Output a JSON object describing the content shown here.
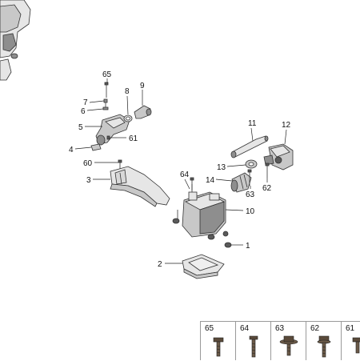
{
  "callouts": {
    "c65": "65",
    "c7": "7",
    "c6": "6",
    "c5": "5",
    "c8": "8",
    "c9": "9",
    "c61": "61",
    "c4": "4",
    "c60": "60",
    "c3": "3",
    "c64": "64",
    "c11": "11",
    "c12": "12",
    "c13": "13",
    "c14": "14",
    "c62": "62",
    "c63": "63",
    "c10": "10",
    "c1": "1",
    "c2": "2"
  },
  "fastener_table": [
    {
      "number": "65",
      "icon": "hex-bolt-icon"
    },
    {
      "number": "64",
      "icon": "stud-bolt-icon"
    },
    {
      "number": "63",
      "icon": "flange-bolt-icon"
    },
    {
      "number": "62",
      "icon": "hex-bolt-icon"
    },
    {
      "number": "61",
      "icon": "bolt-icon"
    }
  ],
  "colors": {
    "part_fill": "#c8c8c8",
    "line": "#222222",
    "background": "#ffffff"
  }
}
